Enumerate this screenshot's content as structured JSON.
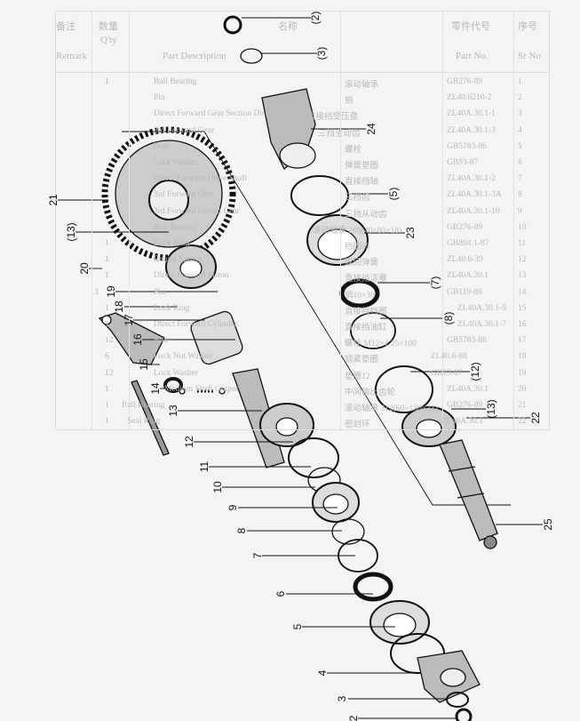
{
  "table": {
    "headers": {
      "sr_cn": "序号",
      "sr": "Sr No",
      "partno_cn": "零件代号",
      "partno": "Part No.",
      "name_cn": "名称",
      "desc": "Part Description",
      "qty_cn": "数量",
      "qty": "Q'ty",
      "remark_cn": "备注",
      "remark": "Remark"
    },
    "rows": [
      {
        "sr": "1",
        "part": "GB276-89",
        "cn": "滚动轴承",
        "desc": "Ball Bearing",
        "qty": "1"
      },
      {
        "sr": "2",
        "part": "ZL40.6210-2",
        "cn": "销",
        "desc": "Pin",
        "qty": ""
      },
      {
        "sr": "3",
        "part": "ZL40A.30.1-1",
        "cn": "直接挡受压盘",
        "desc": "Direct Forward Gear Section Disc",
        "qty": ""
      },
      {
        "sr": "4",
        "part": "ZL40A.30.1-3",
        "cn": "三挡主动齿",
        "desc": "3rd Forward Gear",
        "qty": ""
      },
      {
        "sr": "5",
        "part": "GB5783-86",
        "cn": "螺栓",
        "desc": "Bolt",
        "qty": ""
      },
      {
        "sr": "6",
        "part": "GB93-87",
        "cn": "弹簧垫圈",
        "desc": "Lock Washer",
        "qty": ""
      },
      {
        "sr": "7",
        "part": "ZL40A.30.1-2",
        "cn": "直接挡轴",
        "desc": "Direct Forward Drive Shaft",
        "qty": ""
      },
      {
        "sr": "8",
        "part": "ZL40A.30.1-3A",
        "cn": "三挡齿",
        "desc": "3rd Forward Gear",
        "qty": ""
      },
      {
        "sr": "9",
        "part": "ZL40A.30.1-10",
        "cn": "三挡从动齿",
        "desc": "3rd Forward Driven Gear",
        "qty": ""
      },
      {
        "sr": "10",
        "part": "GB276-89",
        "cn": "滚动轴承 208(40×80×18)",
        "desc": "Ball Bearing",
        "qty": ""
      },
      {
        "sr": "11",
        "part": "GB894.1-87",
        "cn": "挡圈65",
        "desc": "Lock Ring",
        "qty": "1"
      },
      {
        "sr": "12",
        "part": "ZL40.6-39",
        "cn": "返回弹簧",
        "desc": "Return Spring",
        "qty": "1"
      },
      {
        "sr": "13",
        "part": "ZL40A.30.1",
        "cn": "直接挡活塞",
        "desc": "Direct Forward Piston",
        "qty": "1"
      },
      {
        "sr": "14",
        "part": "GB119-86",
        "cn": "销10×30",
        "desc": "Pin",
        "qty": "3"
      },
      {
        "sr": "15",
        "part": "ZL40A.30.1-5",
        "cn": "直接挡挡圈",
        "desc": "Lock Ring",
        "qty": "1"
      },
      {
        "sr": "16",
        "part": "ZL40A.30.1-7",
        "cn": "直接挡油缸",
        "desc": "Direct Forward Cylinder",
        "qty": "1"
      },
      {
        "sr": "17",
        "part": "GB5783-86",
        "cn": "螺栓 M12×1.25×100",
        "desc": "Bolt",
        "qty": "12"
      },
      {
        "sr": "18",
        "part": "ZL40.6-88",
        "cn": "锁紧垫圈",
        "desc": "Lock Nut Washer",
        "qty": "6"
      },
      {
        "sr": "19",
        "part": "GB93-87",
        "cn": "垫圈12",
        "desc": "Lock Washer",
        "qty": "12"
      },
      {
        "sr": "20",
        "part": "ZL40A.30.1",
        "cn": "中间输出齿轮",
        "desc": "Medium Shaft Output Gear",
        "qty": "1"
      },
      {
        "sr": "21",
        "part": "GB276-89",
        "cn": "滚动轴承 312(60×130×31)",
        "desc": "Ball Bearing",
        "qty": "1"
      },
      {
        "sr": "22",
        "part": "ZL40A.30.1",
        "cn": "密封环",
        "desc": "Seal Ring",
        "qty": "1"
      }
    ]
  },
  "callouts": {
    "left": [
      "21",
      "(13)",
      "20",
      "19",
      "18",
      "17",
      "16",
      "15",
      "14",
      "13",
      "12",
      "11",
      "10",
      "9",
      "8",
      "7",
      "6",
      "5",
      "4",
      "3",
      "2"
    ],
    "right": [
      "(2)",
      "(3)",
      "24",
      "(5)",
      "23",
      "(7)",
      "(8)",
      "(12)",
      "(13)",
      "22",
      "25"
    ]
  }
}
